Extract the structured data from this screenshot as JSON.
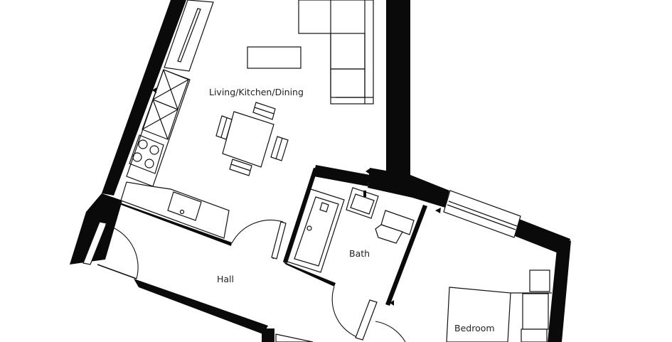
{
  "rooms": {
    "living": "Living/Kitchen/Dining",
    "bath": "Bath",
    "hall": "Hall",
    "bedroom": "Bedroom"
  },
  "colors": {
    "wall": "#0a0a0a",
    "line": "#111111",
    "background": "#ffffff",
    "label": "#222222"
  }
}
